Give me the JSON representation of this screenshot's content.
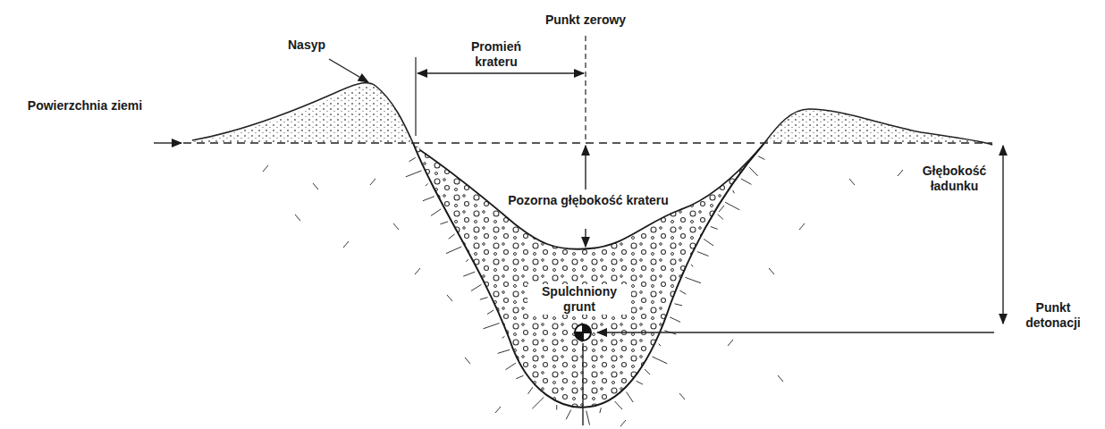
{
  "diagram": {
    "labels": [
      "Punkt zerowy",
      "Nasyp",
      "Promień krateru",
      "Powierzchnia ziemi",
      "Pozorna głębokość krateru",
      "Spulchniony grunt",
      "Głębokość ładunku",
      "Punkt detonacji"
    ]
  }
}
